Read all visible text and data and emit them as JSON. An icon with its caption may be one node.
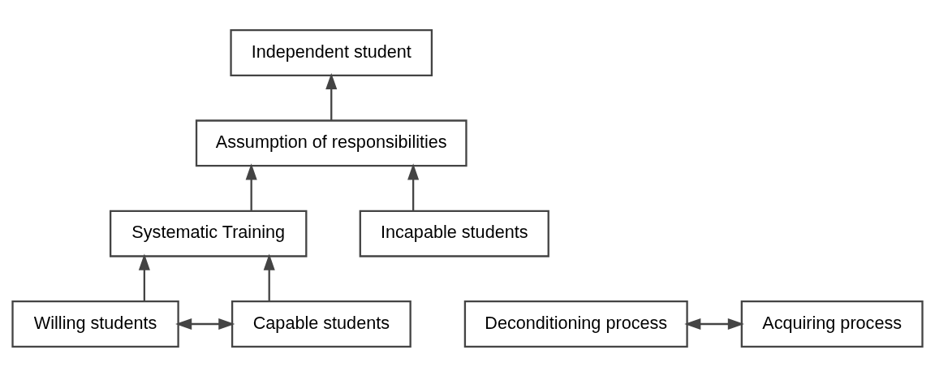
{
  "diagram": {
    "nodes": [
      {
        "text": [
          "Independent student"
        ]
      },
      {
        "text": [
          "Assumption of responsibilities"
        ]
      },
      {
        "text": [
          "Deconditioning process"
        ]
      },
      {
        "text": [
          "Acquiring process"
        ]
      },
      {
        "text": [
          "Systematic Training"
        ]
      },
      {
        "text": [
          "Willing students"
        ]
      },
      {
        "text": [
          "Capable students"
        ]
      },
      {
        "text": [
          "Incapable students"
        ]
      }
    ],
    "edges": [
      {
        "from": 1,
        "to": 0,
        "arrow": "to"
      },
      {
        "from": 4,
        "to": 1,
        "arrow": "to"
      },
      {
        "from": 7,
        "to": 1,
        "arrow": "to"
      },
      {
        "from": 2,
        "to": 3,
        "arrow": "both"
      },
      {
        "from": 5,
        "to": 6,
        "arrow": "both"
      },
      {
        "from": 5,
        "to": 4,
        "arrow": "to"
      },
      {
        "from": 6,
        "to": 4,
        "arrow": "to"
      }
    ]
  }
}
